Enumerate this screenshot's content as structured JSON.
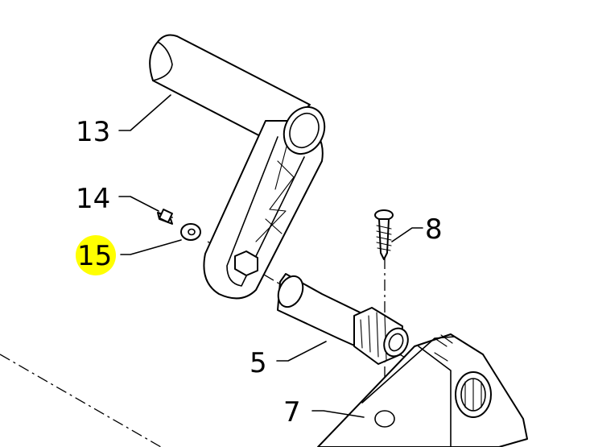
{
  "callouts": [
    {
      "id": "13",
      "label": "13"
    },
    {
      "id": "14",
      "label": "14"
    },
    {
      "id": "15",
      "label": "15",
      "highlighted": true
    },
    {
      "id": "8",
      "label": "8"
    },
    {
      "id": "5",
      "label": "5"
    },
    {
      "id": "7",
      "label": "7"
    }
  ],
  "colors": {
    "line": "#000000",
    "background": "#ffffff",
    "highlight": "#ffff00"
  }
}
